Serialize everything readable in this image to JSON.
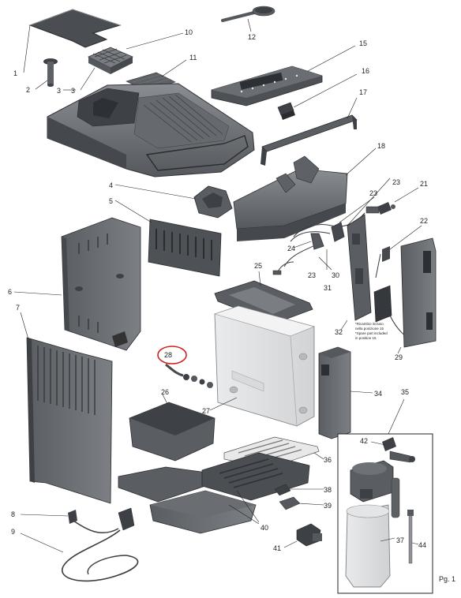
{
  "page_label": "Pg. 1",
  "highlight_part": "28",
  "colors": {
    "part_fill": "#6b6e72",
    "part_dark": "#3d4044",
    "part_light": "#9a9da1",
    "highlight": "#d32020"
  },
  "callouts": [
    "1",
    "2",
    "3",
    "3",
    "4",
    "5",
    "6",
    "7",
    "8",
    "9",
    "10",
    "11",
    "12",
    "15",
    "16",
    "17",
    "18",
    "21",
    "22",
    "23",
    "23",
    "23",
    "24",
    "25",
    "26",
    "27",
    "28",
    "29",
    "30",
    "31",
    "32",
    "34",
    "35",
    "36",
    "37",
    "38",
    "39",
    "40",
    "40",
    "41",
    "42",
    "44"
  ],
  "note_lines": [
    "*Ricambio incluso",
    "nella posizione 15",
    "*Spare part included",
    "in position 15"
  ]
}
